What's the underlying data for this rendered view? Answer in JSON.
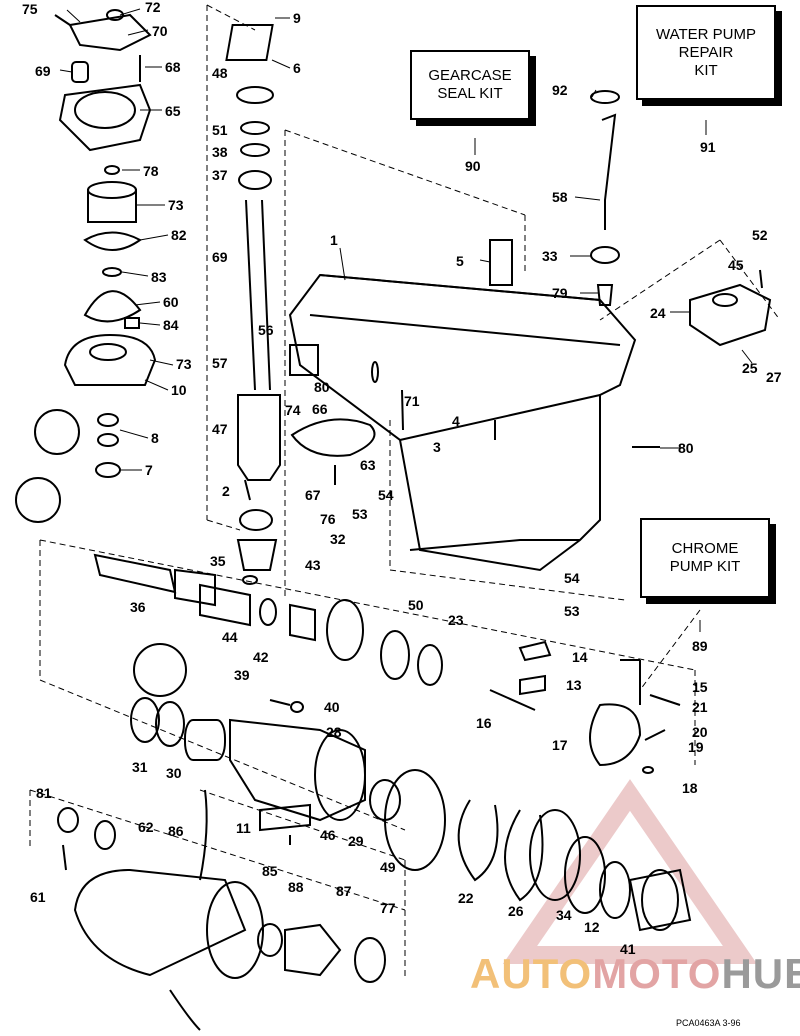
{
  "kits": {
    "gearcase_seal": "GEARCASE\nSEAL KIT",
    "water_pump_repair": "WATER PUMP\nREPAIR\nKIT",
    "chrome_pump": "CHROME\nPUMP KIT"
  },
  "callouts": [
    "75",
    "72",
    "70",
    "69",
    "68",
    "65",
    "78",
    "73",
    "82",
    "83",
    "60",
    "84",
    "73",
    "10",
    "8",
    "7",
    "9",
    "6",
    "48",
    "51",
    "38",
    "37",
    "69",
    "56",
    "57",
    "47",
    "2",
    "35",
    "32",
    "36",
    "44",
    "42",
    "43",
    "1",
    "5",
    "74",
    "80",
    "71",
    "66",
    "4",
    "3",
    "67",
    "63",
    "76",
    "54",
    "53",
    "80",
    "90",
    "92",
    "58",
    "33",
    "79",
    "91",
    "52",
    "45",
    "24",
    "25",
    "27",
    "54",
    "53",
    "89",
    "50",
    "23",
    "14",
    "13",
    "15",
    "21",
    "16",
    "20",
    "19",
    "17",
    "18",
    "39",
    "40",
    "28",
    "31",
    "30",
    "11",
    "46",
    "29",
    "49",
    "22",
    "26",
    "34",
    "12",
    "41",
    "81",
    "62",
    "86",
    "61",
    "85",
    "88",
    "87",
    "77"
  ],
  "watermark": {
    "part1": "AUTO",
    "part2": "MOTO",
    "part3": "HUB"
  },
  "code": "PCA0463A   3-96"
}
